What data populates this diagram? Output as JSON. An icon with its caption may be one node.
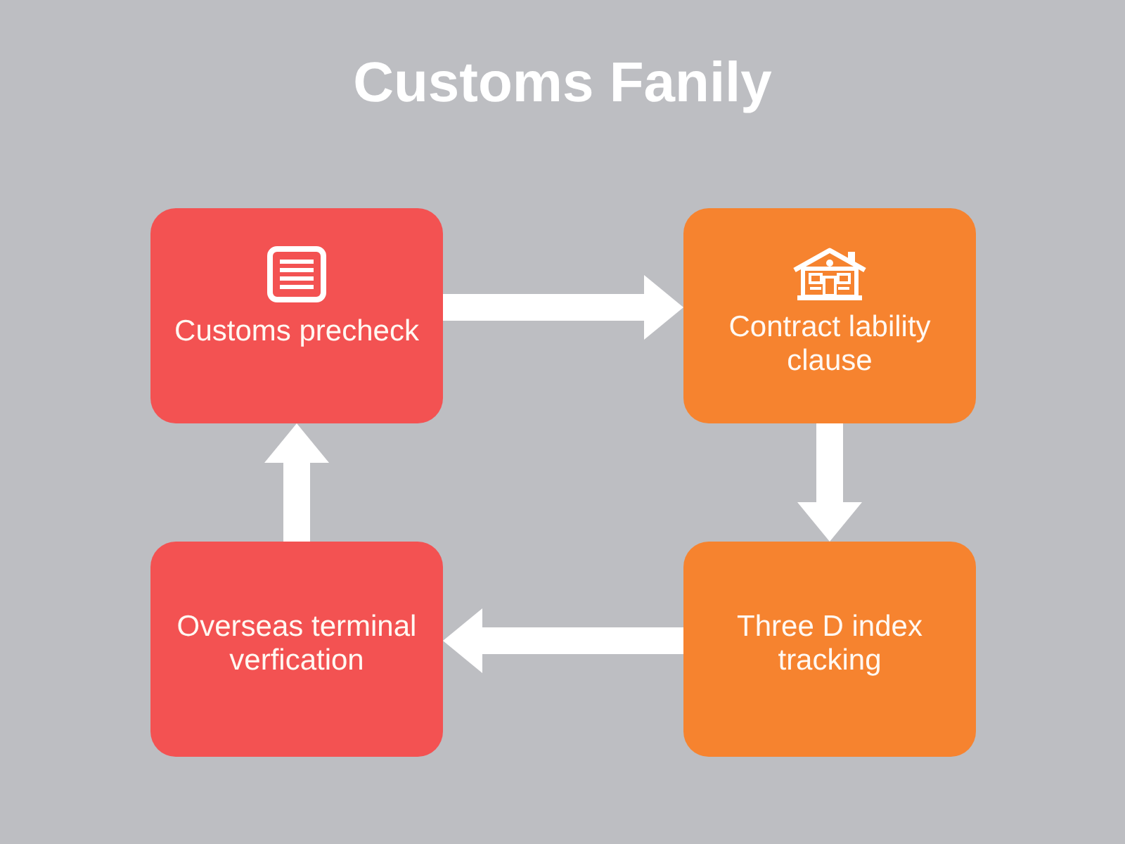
{
  "diagram": {
    "title": "Customs Fanily",
    "nodes": [
      {
        "text": [
          "Customs precheck"
        ]
      },
      {
        "text": [
          "Contract lability clause"
        ]
      },
      {
        "text": [
          "Overseas terminal verfication"
        ]
      },
      {
        "text": [
          "Three D index tracking"
        ]
      }
    ],
    "edges": [
      {
        "from": 0,
        "to": 1,
        "arrow": "to"
      },
      {
        "from": 1,
        "to": 3,
        "arrow": "to"
      },
      {
        "from": 3,
        "to": 2,
        "arrow": "to"
      },
      {
        "from": 2,
        "to": 0,
        "arrow": "to"
      }
    ]
  }
}
